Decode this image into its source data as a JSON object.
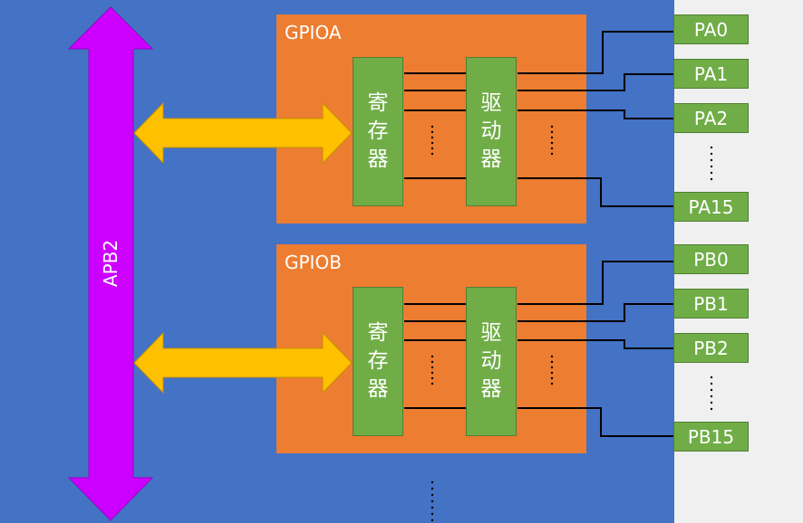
{
  "bus": {
    "label": "APB2"
  },
  "blocks": {
    "register_label": "寄存器",
    "driver_label": "驱动器"
  },
  "ports": [
    {
      "name": "GPIOA",
      "pins": [
        "PA0",
        "PA1",
        "PA2",
        "PA15"
      ]
    },
    {
      "name": "GPIOB",
      "pins": [
        "PB0",
        "PB1",
        "PB2",
        "PB15"
      ]
    }
  ],
  "colors": {
    "background": "#4472c4",
    "gpio_fill": "#ed7d31",
    "block_fill": "#70ad47",
    "bus_arrow": "#cc00ff",
    "data_arrow": "#ffc000",
    "side_panel": "#f0f0f0"
  }
}
